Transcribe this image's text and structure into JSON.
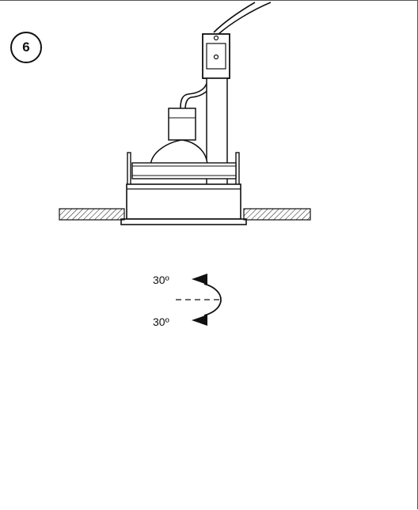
{
  "step_number": "6",
  "rotation": {
    "upper_angle": "30º",
    "lower_angle": "30º"
  },
  "colors": {
    "line": "#111111",
    "background": "#ffffff"
  }
}
